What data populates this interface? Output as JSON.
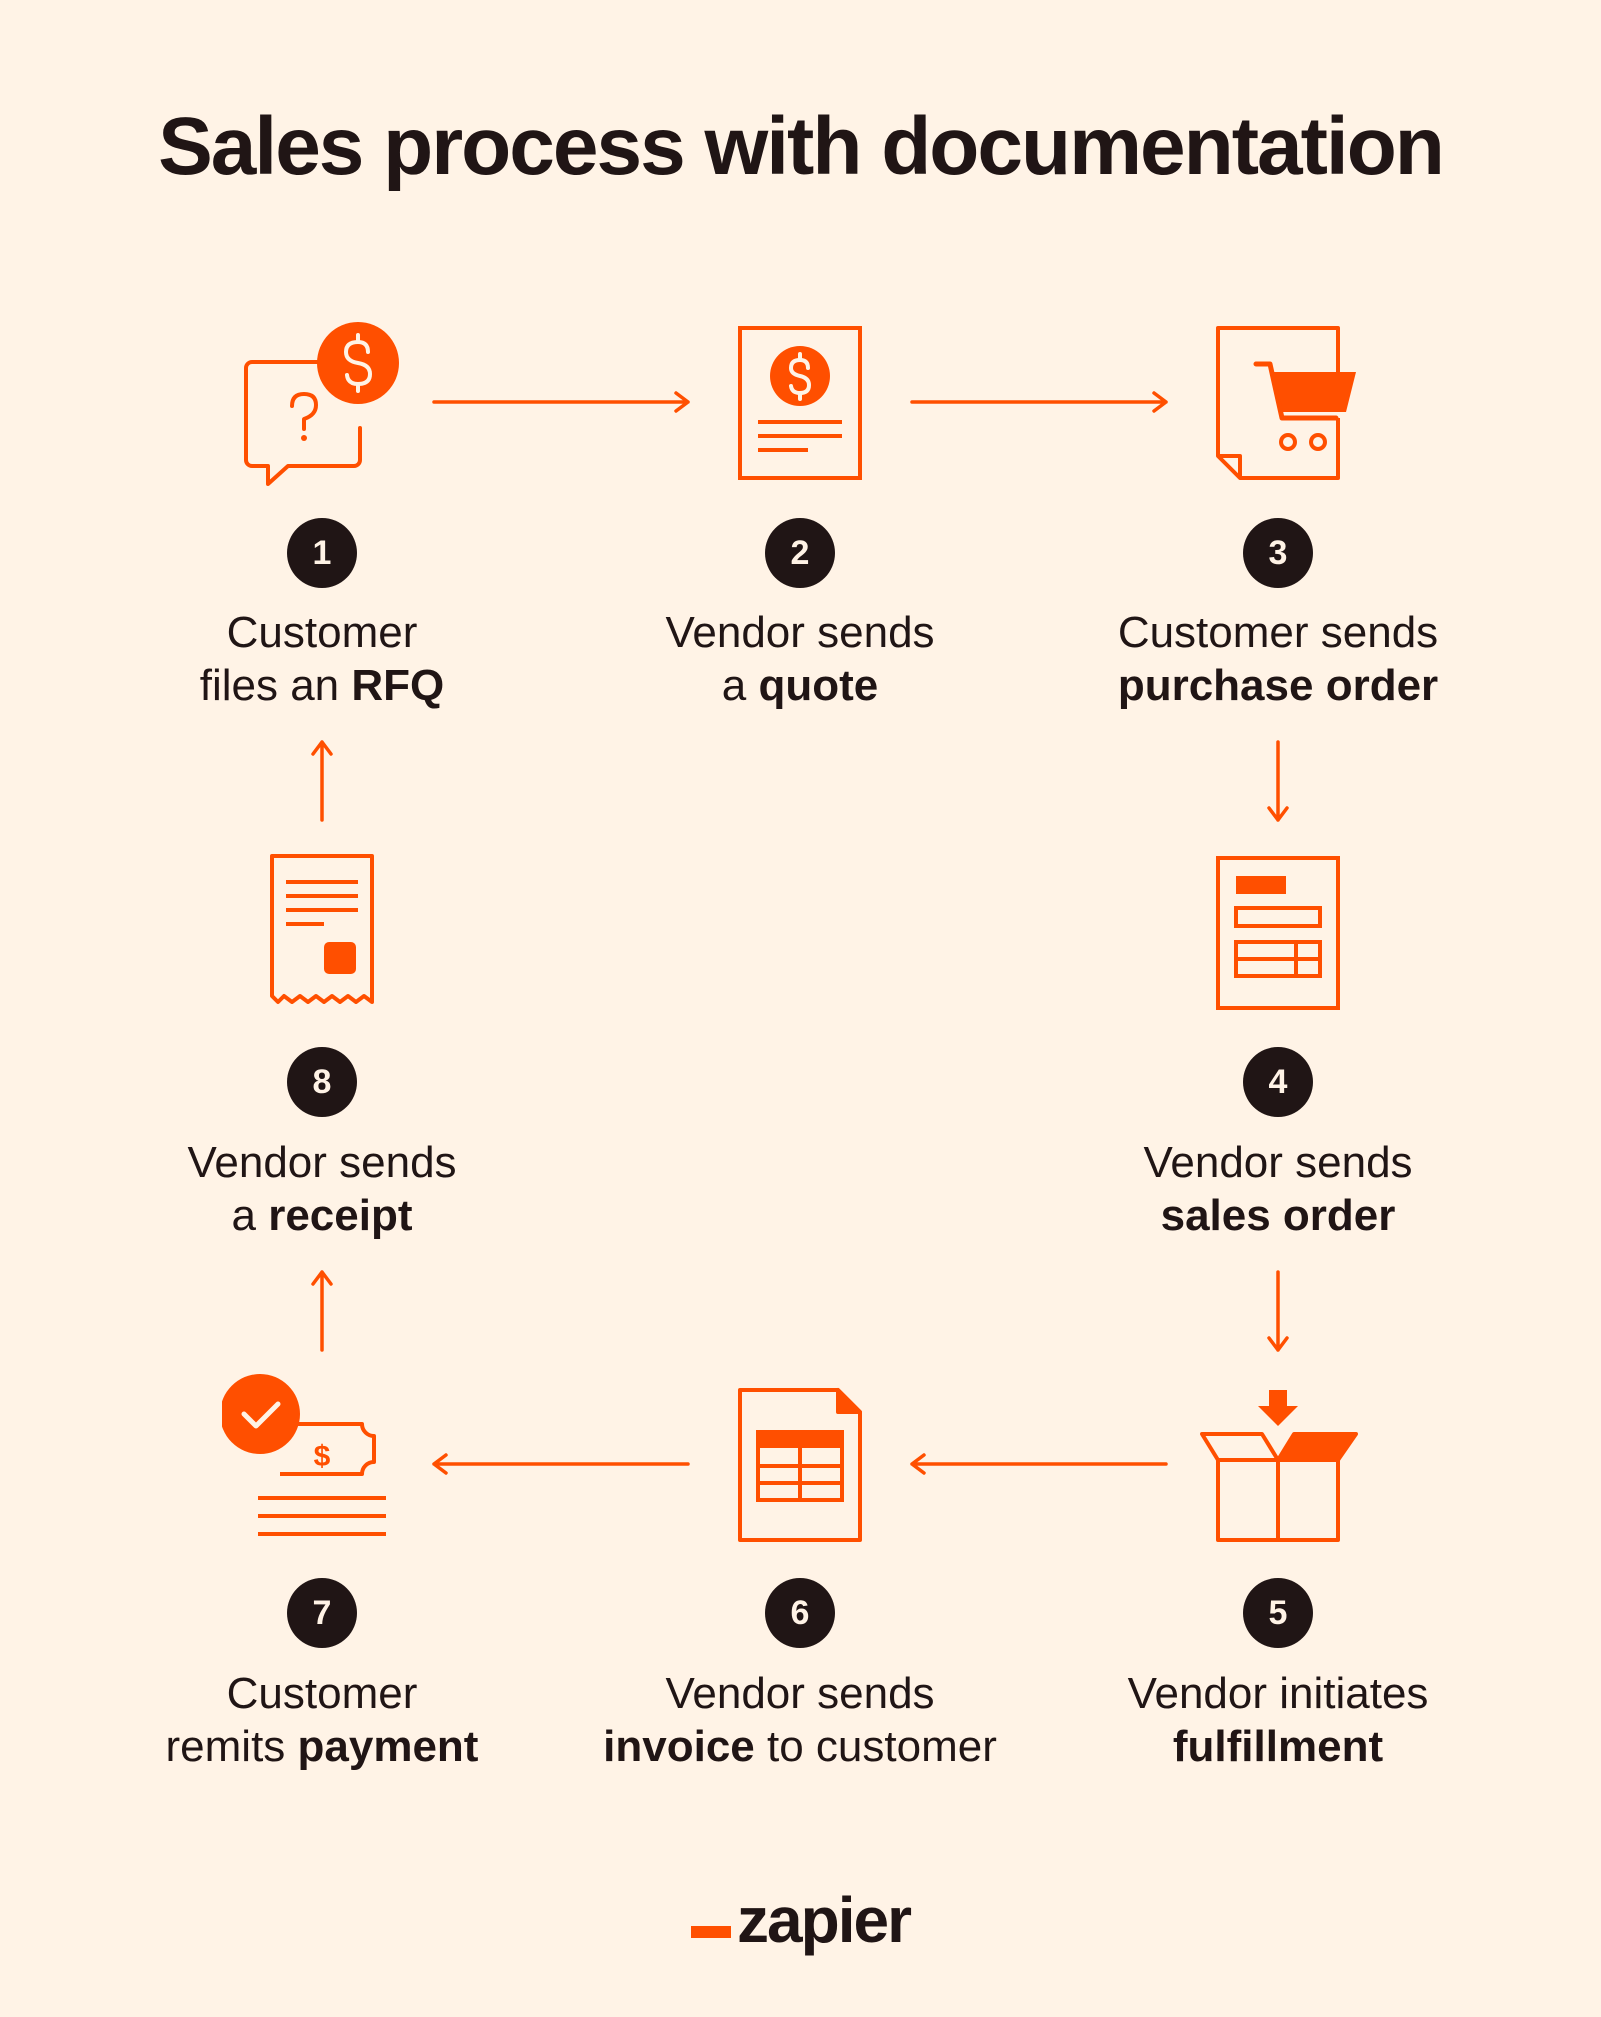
{
  "title": "Sales process with documentation",
  "colors": {
    "accent": "#ff4f00",
    "dark": "#201515",
    "background": "#fff3e6"
  },
  "steps": [
    {
      "number": "1",
      "line1": "Customer",
      "line2_pre": "files an ",
      "line2_bold": "RFQ",
      "line2_post": "",
      "icon": "rfq-chat-icon"
    },
    {
      "number": "2",
      "line1": "Vendor sends",
      "line2_pre": "a ",
      "line2_bold": "quote",
      "line2_post": "",
      "icon": "quote-document-icon"
    },
    {
      "number": "3",
      "line1": "Customer sends",
      "line2_pre": "",
      "line2_bold": "purchase order",
      "line2_post": "",
      "icon": "purchase-order-cart-icon"
    },
    {
      "number": "4",
      "line1": "Vendor sends",
      "line2_pre": "",
      "line2_bold": "sales order",
      "line2_post": "",
      "icon": "sales-order-form-icon"
    },
    {
      "number": "5",
      "line1": "Vendor initiates",
      "line2_pre": "",
      "line2_bold": "fulfillment",
      "line2_post": "",
      "icon": "fulfillment-box-icon"
    },
    {
      "number": "6",
      "line1": "Vendor sends",
      "line2_pre": "",
      "line2_bold": "invoice",
      "line2_post": " to customer",
      "icon": "invoice-document-icon"
    },
    {
      "number": "7",
      "line1": "Customer",
      "line2_pre": "remits ",
      "line2_bold": "payment",
      "line2_post": "",
      "icon": "payment-check-icon"
    },
    {
      "number": "8",
      "line1": "Vendor sends",
      "line2_pre": "a ",
      "line2_bold": "receipt",
      "line2_post": "",
      "icon": "receipt-icon"
    }
  ],
  "logo": {
    "text": "zapier"
  }
}
